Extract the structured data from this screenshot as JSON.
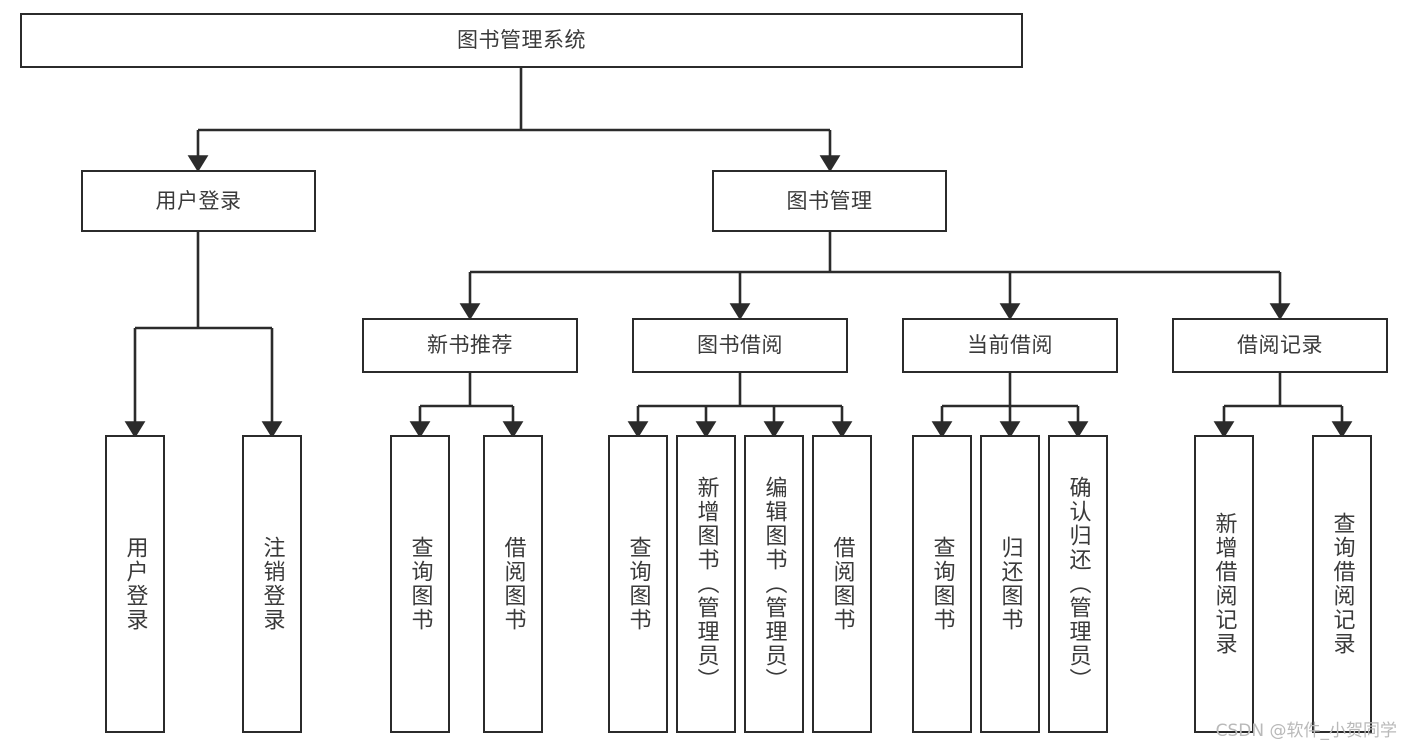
{
  "diagram": {
    "title": "图书管理系统",
    "watermark": "CSDN @软件_小贺同学",
    "colors": {
      "background": "#ffffff",
      "node_border": "#2b2b2b",
      "node_fill": "#ffffff",
      "text": "#3a3a3a",
      "edge": "#2b2b2b",
      "watermark": "#b9b9b9"
    },
    "root": {
      "label": "图书管理系统"
    },
    "level2": [
      {
        "label": "用户登录"
      },
      {
        "label": "图书管理"
      }
    ],
    "level3": [
      {
        "label": "新书推荐"
      },
      {
        "label": "图书借阅"
      },
      {
        "label": "当前借阅"
      },
      {
        "label": "借阅记录"
      }
    ],
    "leaves": {
      "user_login": [
        {
          "label": "用户登录"
        },
        {
          "label": "注销登录"
        }
      ],
      "new_book_recommend": [
        {
          "label": "查询图书"
        },
        {
          "label": "借阅图书"
        }
      ],
      "book_borrow": [
        {
          "label": "查询图书"
        },
        {
          "label": "新增图书（管理员）"
        },
        {
          "label": "编辑图书（管理员）"
        },
        {
          "label": "借阅图书"
        }
      ],
      "current_borrow": [
        {
          "label": "查询图书"
        },
        {
          "label": "归还图书"
        },
        {
          "label": "确认归还（管理员）"
        }
      ],
      "borrow_record": [
        {
          "label": "新增借阅记录"
        },
        {
          "label": "查询借阅记录"
        }
      ]
    }
  }
}
